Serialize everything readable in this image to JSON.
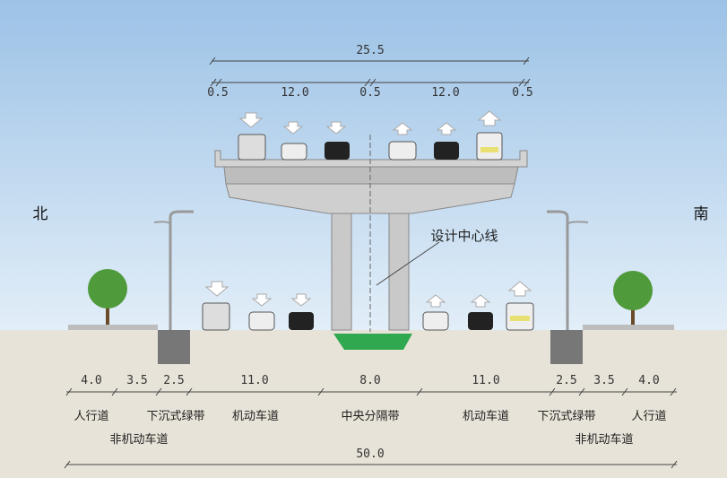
{
  "directions": {
    "left": "北",
    "right": "南"
  },
  "centerline_label": "设计中心线",
  "bridge": {
    "total_width": "25.5",
    "segments": [
      "0.5",
      "12.0",
      "0.5",
      "12.0",
      "0.5"
    ]
  },
  "ground": {
    "dimensions": [
      "4.0",
      "3.5",
      "2.5",
      "11.0",
      "8.0",
      "11.0",
      "2.5",
      "3.5",
      "4.0"
    ],
    "labels_row1": [
      "人行道",
      "下沉式绿带",
      "机动车道",
      "中央分隔带",
      "机动车道",
      "下沉式绿带",
      "人行道"
    ],
    "labels_row2": [
      "非机动车道",
      "非机动车道"
    ],
    "total_width": "50.0"
  },
  "colors": {
    "sky_top": "#9cc2e6",
    "sky_bottom": "#dcecf8",
    "ground": "#e8e3d8",
    "concrete": "#c9c9c9",
    "median_green": "#2fa84f",
    "tree": "#4f9a3a"
  }
}
